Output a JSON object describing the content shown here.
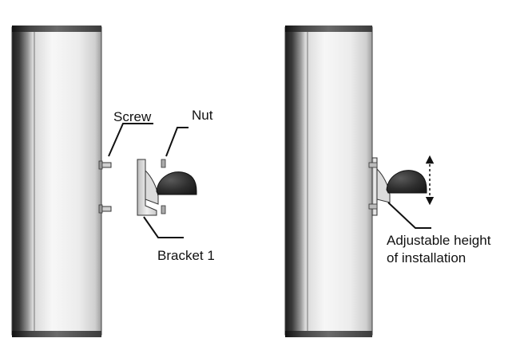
{
  "labels": {
    "screw": "Screw",
    "nut": "Nut",
    "bracket": "Bracket 1",
    "adjustable_line1": "Adjustable height",
    "adjustable_line2": "of installation"
  },
  "colors": {
    "column_dark": "#2f2f2f",
    "column_light": "#f4f4f4",
    "column_edge": "#555555",
    "bracket_fill": "#e6e6e6",
    "dome": "#333333",
    "line": "#111111"
  }
}
